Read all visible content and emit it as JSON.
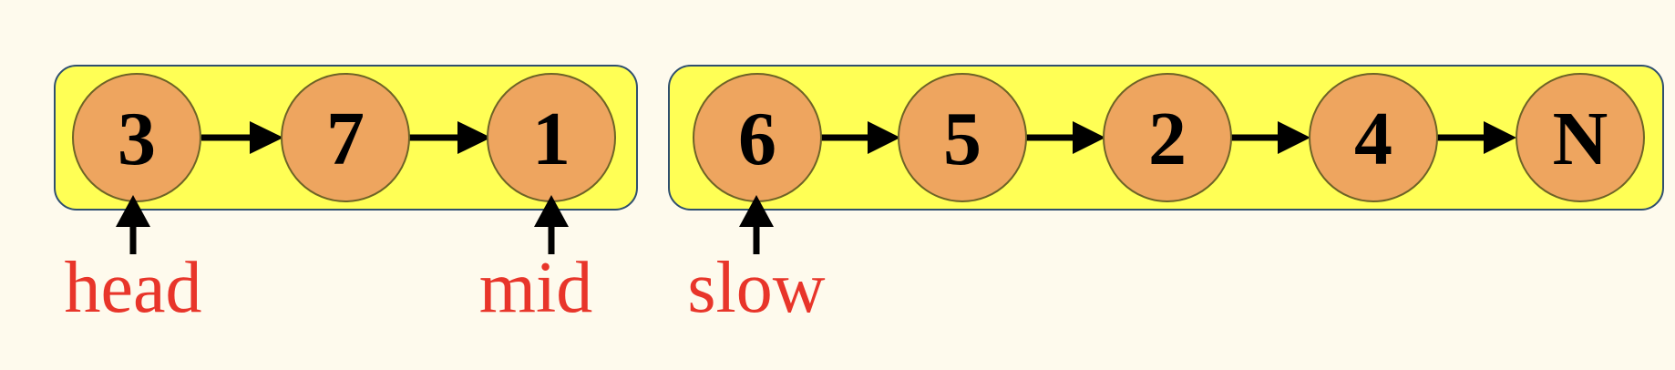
{
  "colors": {
    "background": "#fefaed",
    "group_fill": "#ffff55",
    "node_fill": "#eea55f",
    "pointer_text": "#e8352a"
  },
  "groups": [
    {
      "nodes": [
        "3",
        "7",
        "1"
      ]
    },
    {
      "nodes": [
        "6",
        "5",
        "2",
        "4",
        "N"
      ]
    }
  ],
  "pointers": [
    {
      "label": "head",
      "points_to": "3"
    },
    {
      "label": "mid",
      "points_to": "1"
    },
    {
      "label": "slow",
      "points_to": "6"
    }
  ]
}
